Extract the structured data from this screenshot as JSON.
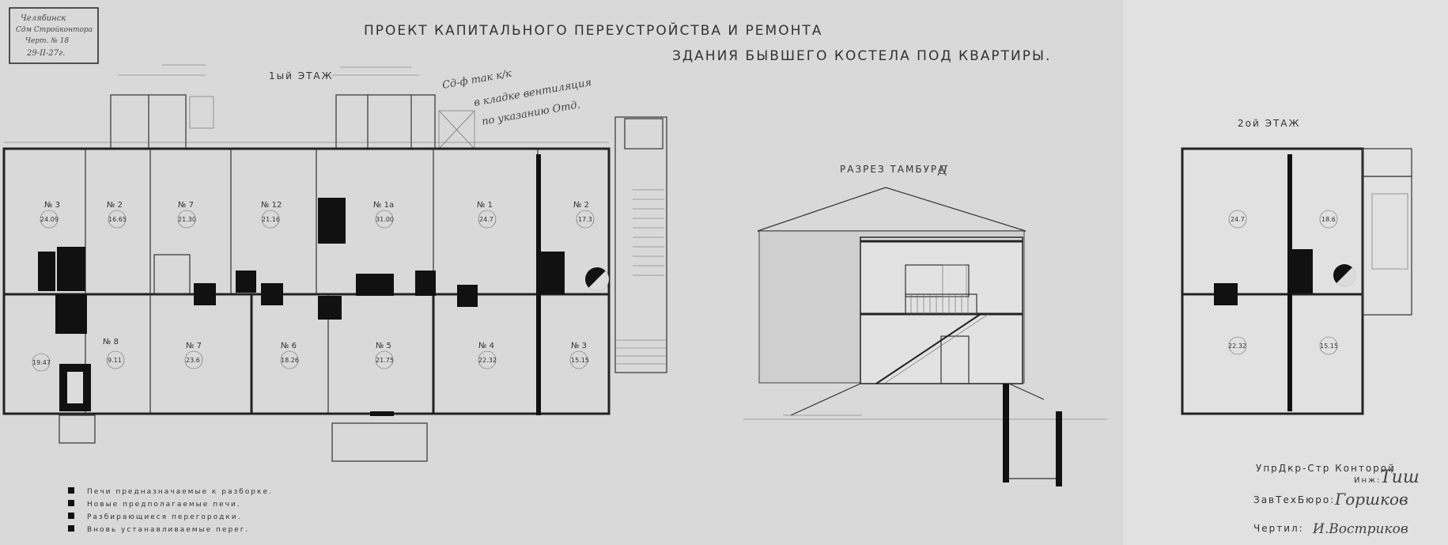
{
  "stamp": {
    "line1": "Челябинск",
    "line2": "Сдм Стройконтора",
    "line3": "Черт. № 18",
    "line4": "29-II-27г."
  },
  "title": {
    "line1": "ПРОЕКТ КАПИТАЛЬНОГО ПЕРЕУСТРОЙСТВА И РЕМОНТА",
    "line2": "ЗДАНИЯ БЫВШЕГО КОСТЕЛА ПОД КВАРТИРЫ."
  },
  "floor1": {
    "label": "1ый ЭТАЖ",
    "note": [
      "Сд-ф так к/к",
      "в кладке вентиляция",
      "по указанию Отд."
    ],
    "rooms": [
      {
        "no": "№ 3",
        "area": "24.09"
      },
      {
        "no": "№ 2",
        "area": "16.65"
      },
      {
        "no": "№ 7",
        "area": "21.30"
      },
      {
        "no": "№ 12",
        "area": "21.16"
      },
      {
        "no": "№ 1a",
        "area": "31.00"
      },
      {
        "no": "№ 1",
        "area": "24.7"
      },
      {
        "no": "№ 2",
        "area": "17.3"
      },
      {
        "no": "№ 8",
        "area": "9.11"
      },
      {
        "no": "№ 7",
        "area": "23.6"
      },
      {
        "no": "№ 6",
        "area": "18.26"
      },
      {
        "no": "№ 5",
        "area": "21.75"
      },
      {
        "no": "№ 4",
        "area": "22.32"
      },
      {
        "no": "№ 3",
        "area": "15.15"
      },
      {
        "no": "",
        "area": "19.47"
      }
    ]
  },
  "section": {
    "label": "РАЗРЕЗ ТАМБУРА",
    "letter": "Д"
  },
  "floor2": {
    "label": "2ой ЭТАЖ",
    "areas": [
      "24.7",
      "18.6",
      "22.32",
      "15.15"
    ]
  },
  "legend": [
    "Печи предназначаемые к разборке.",
    "Новые предполагаемые печи.",
    "Разбирающиеся перегородки.",
    "Вновь устанавливаемые перег."
  ],
  "signatures": {
    "line1": "УпрДкр-Стр Конторой",
    "line1b": "Инж:",
    "sig1": "Тиш",
    "line2": "ЗавТехБюро:",
    "sig2": "Горшков",
    "line3": "Чертил:",
    "sig3": "И.Востриков"
  },
  "colors": {
    "paper": "#dcdcdc",
    "ink": "#222222"
  }
}
